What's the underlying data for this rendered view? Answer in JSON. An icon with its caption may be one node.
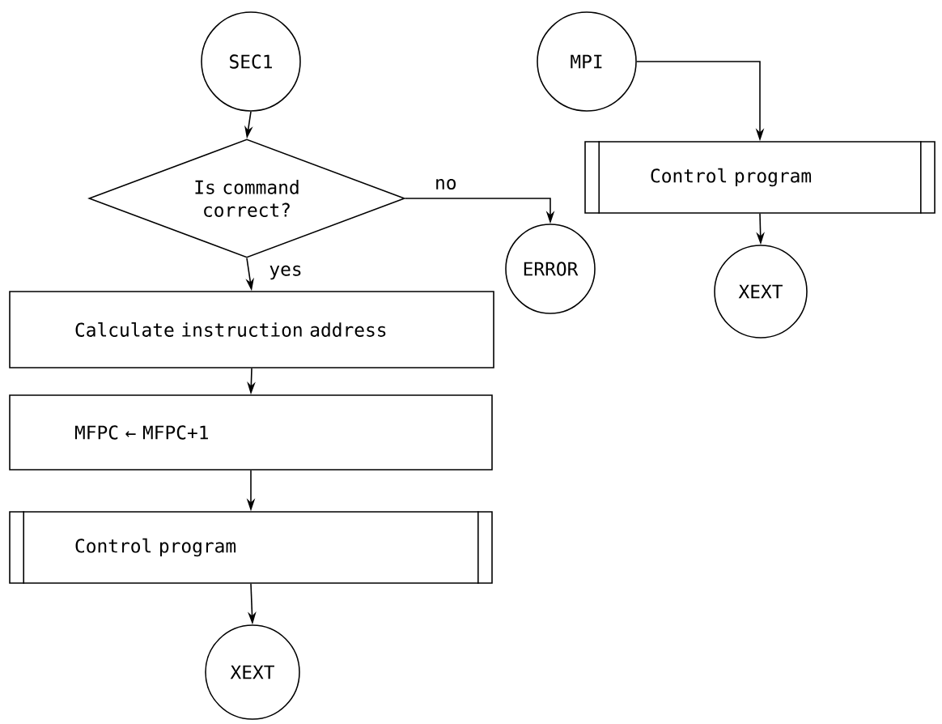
{
  "diagram": {
    "nodes": [
      {
        "text": [
          "SEC1"
        ]
      },
      {
        "text": [
          "Is command correct?"
        ]
      },
      {
        "text": [
          "ERROR"
        ]
      },
      {
        "text": [
          "Calculate instruction address"
        ]
      },
      {
        "text": [
          "MFPC ← MFPC+1"
        ]
      },
      {
        "text": [
          "Control program"
        ]
      },
      {
        "text": [
          "XEXT"
        ]
      },
      {
        "text": [
          "MPI"
        ]
      },
      {
        "text": [
          "Control program"
        ]
      },
      {
        "text": [
          "XEXT"
        ]
      }
    ],
    "edges": [
      {
        "from": 0,
        "to": 1,
        "arrow": "to"
      },
      {
        "from": 1,
        "to": 2,
        "arrow": "to",
        "label": "no"
      },
      {
        "from": 1,
        "to": 3,
        "arrow": "to",
        "label": "yes"
      },
      {
        "from": 3,
        "to": 4,
        "arrow": "to"
      },
      {
        "from": 4,
        "to": 5,
        "arrow": "to"
      },
      {
        "from": 5,
        "to": 6,
        "arrow": "to"
      },
      {
        "from": 7,
        "to": 8,
        "arrow": "to"
      },
      {
        "from": 8,
        "to": 9,
        "arrow": "to"
      }
    ]
  }
}
